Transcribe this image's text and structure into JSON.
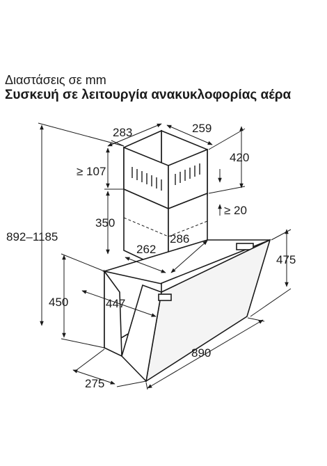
{
  "title": {
    "subtitle": "Διαστάσεις σε mm",
    "main": "Συσκευή σε λειτουργία ανακυκλοφορίας αέρα"
  },
  "dimensions": {
    "chimney_width": "283",
    "chimney_depth": "259",
    "top_height": "420",
    "min_top_gap": "≥ 107",
    "chimney_lower": "350",
    "min_gap_20": "≥ 20",
    "overall_height": "892–1185",
    "inner_width": "262",
    "inner_depth": "286",
    "glass_height": "475",
    "body_height": "450",
    "body_depth": "447",
    "width": "890",
    "depth": "275"
  }
}
